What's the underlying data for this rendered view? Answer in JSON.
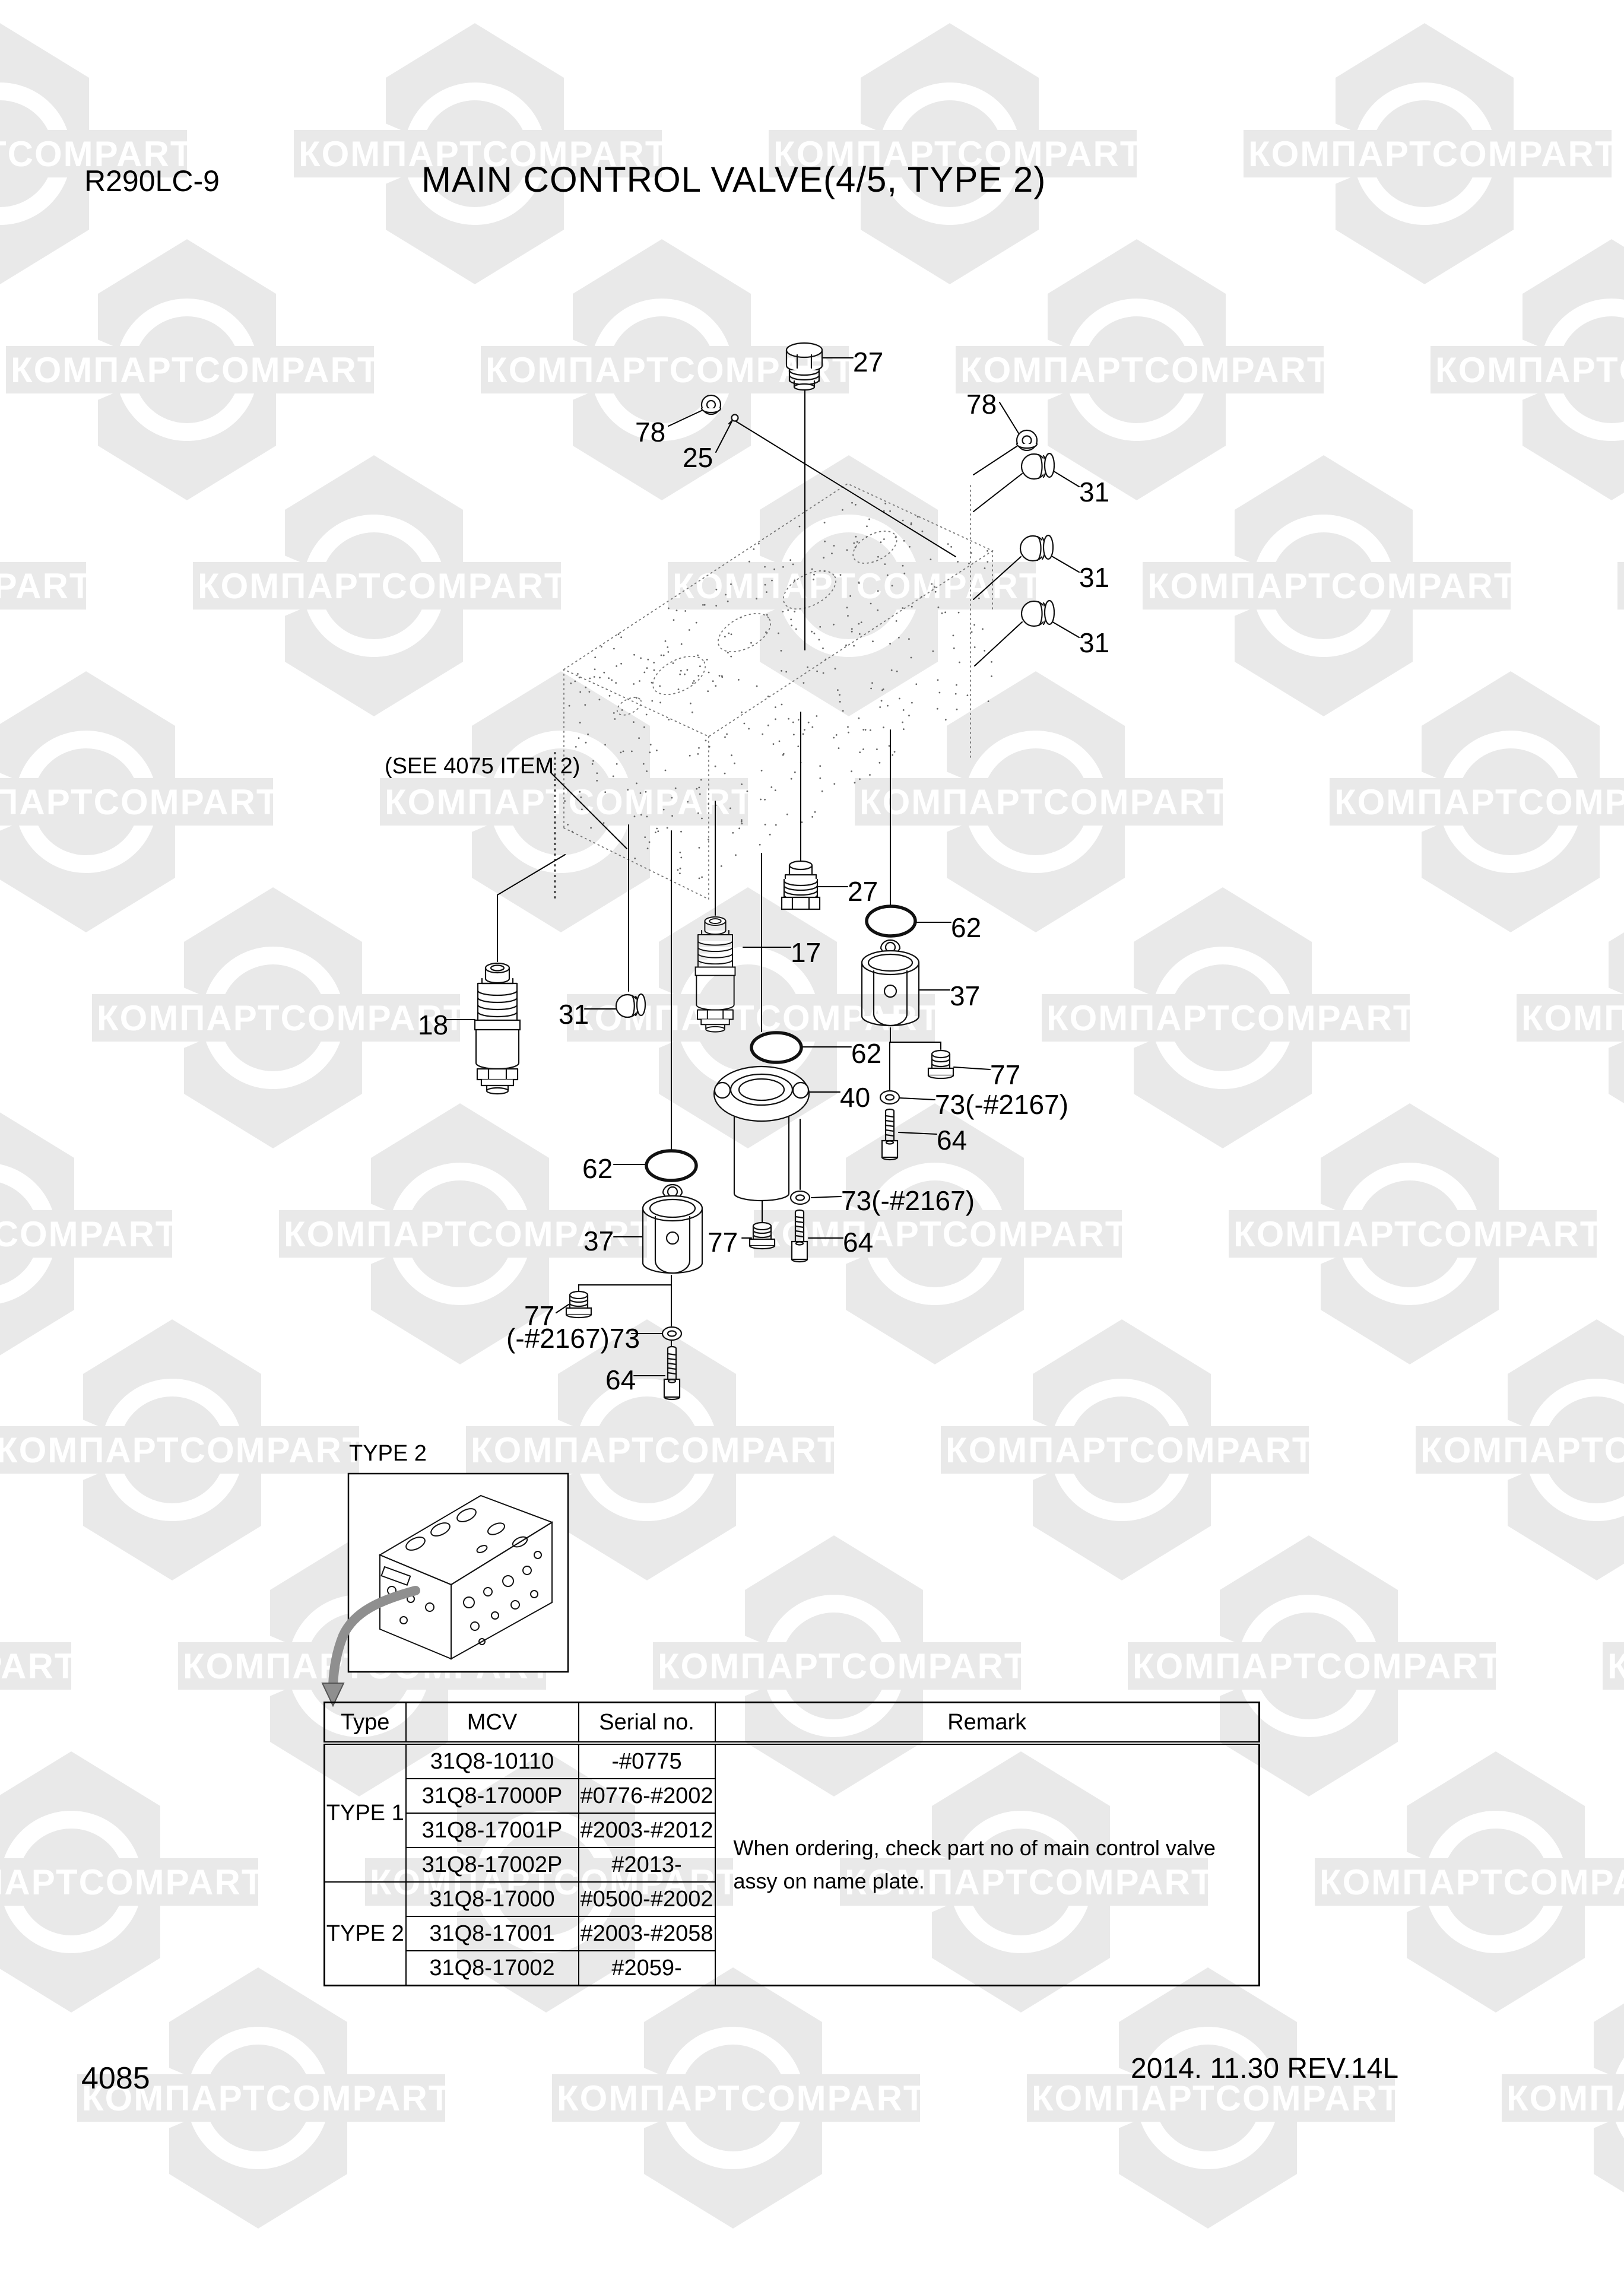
{
  "page": {
    "model": "R290LC-9",
    "title": "MAIN CONTROL VALVE(4/5, TYPE 2)",
    "note": "(SEE 4075 ITEM 2)",
    "inset_label": "TYPE 2",
    "page_number": "4085",
    "revision": "2014. 11.30  REV.14L"
  },
  "watermark": {
    "text_cyrillic": "КОМПАРТ",
    "text_latin": "COMPART",
    "color": "#e9e9e9"
  },
  "callouts": [
    {
      "id": "27-top",
      "label": "27"
    },
    {
      "id": "78-top-left",
      "label": "78"
    },
    {
      "id": "25",
      "label": "25"
    },
    {
      "id": "78-top-right",
      "label": "78"
    },
    {
      "id": "31-right-1",
      "label": "31"
    },
    {
      "id": "31-right-2",
      "label": "31"
    },
    {
      "id": "31-right-3",
      "label": "31"
    },
    {
      "id": "27-mid",
      "label": "27"
    },
    {
      "id": "62-right",
      "label": "62"
    },
    {
      "id": "17",
      "label": "17"
    },
    {
      "id": "37-right",
      "label": "37"
    },
    {
      "id": "18",
      "label": "18"
    },
    {
      "id": "31-mid",
      "label": "31"
    },
    {
      "id": "62-center",
      "label": "62"
    },
    {
      "id": "40",
      "label": "40"
    },
    {
      "id": "77-right",
      "label": "77"
    },
    {
      "id": "73-right",
      "label": "73(-#2167)"
    },
    {
      "id": "64-right",
      "label": "64"
    },
    {
      "id": "62-left",
      "label": "62"
    },
    {
      "id": "73-mid",
      "label": "73(-#2167)"
    },
    {
      "id": "37-left",
      "label": "37"
    },
    {
      "id": "77-mid",
      "label": "77"
    },
    {
      "id": "64-mid",
      "label": "64"
    },
    {
      "id": "77-left",
      "label": "77"
    },
    {
      "id": "73-left",
      "label": "(-#2167)73"
    },
    {
      "id": "64-bottom",
      "label": "64"
    }
  ],
  "table": {
    "headers": [
      "Type",
      "MCV",
      "Serial no.",
      "Remark"
    ],
    "groups": [
      {
        "type": "TYPE 1",
        "rows": [
          {
            "mcv": "31Q8-10110",
            "serial": "-#0775"
          },
          {
            "mcv": "31Q8-17000P",
            "serial": "#0776-#2002"
          },
          {
            "mcv": "31Q8-17001P",
            "serial": "#2003-#2012"
          },
          {
            "mcv": "31Q8-17002P",
            "serial": "#2013-"
          }
        ]
      },
      {
        "type": "TYPE 2",
        "rows": [
          {
            "mcv": "31Q8-17000",
            "serial": "#0500-#2002"
          },
          {
            "mcv": "31Q8-17001",
            "serial": "#2003-#2058"
          },
          {
            "mcv": "31Q8-17002",
            "serial": "#2059-"
          }
        ]
      }
    ],
    "remark_lines": [
      "When ordering, check part no of main control valve",
      "assy on name plate."
    ]
  }
}
